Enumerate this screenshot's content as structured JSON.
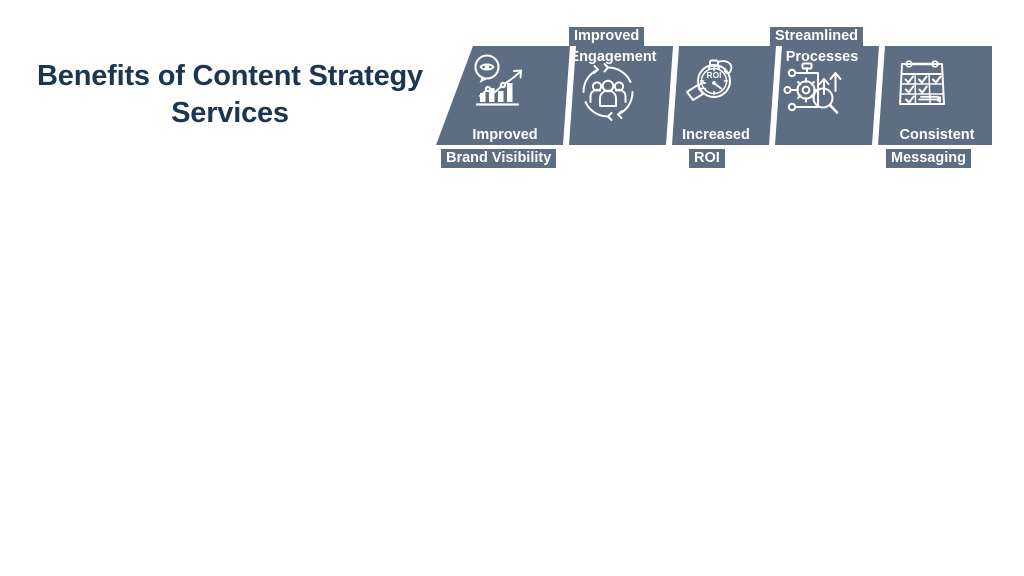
{
  "slide": {
    "title": "Benefits of Content Strategy Services",
    "background_color": "#ffffff",
    "title_color": "#1b3553",
    "shape_fill_color": "#5d6d82",
    "label_color": "#ffffff"
  },
  "diagram": {
    "type": "zigzag-trapezoid-band",
    "count": 5,
    "items": [
      {
        "index": 1,
        "icon": "eye-speech-bubble-bar-chart-icon",
        "line1": "Improved",
        "line2": "Brand Visibility",
        "line1_style": "on-shape",
        "line2_style": "badge",
        "direction": "widen-down"
      },
      {
        "index": 2,
        "icon": "people-group-circular-arrows-icon",
        "line1": "Improved",
        "line2": "Engagement",
        "line1_style": "badge",
        "line2_style": "on-shape",
        "direction": "narrow-down"
      },
      {
        "index": 3,
        "icon": "hand-stopwatch-roi-icon",
        "line1": "Increased",
        "line2": "ROI",
        "line1_style": "on-shape",
        "line2_style": "badge",
        "direction": "widen-down"
      },
      {
        "index": 4,
        "icon": "gear-magnifier-up-arrows-icon",
        "line1": "Streamlined",
        "line2": "Processes",
        "line1_style": "badge",
        "line2_style": "on-shape",
        "direction": "narrow-down"
      },
      {
        "index": 5,
        "icon": "calendar-checklist-pencil-icon",
        "line1": "Consistent",
        "line2": "Messaging",
        "line1_style": "on-shape",
        "line2_style": "badge",
        "direction": "widen-down"
      }
    ],
    "icon_inner_text": {
      "stopwatch": "ROI"
    }
  }
}
